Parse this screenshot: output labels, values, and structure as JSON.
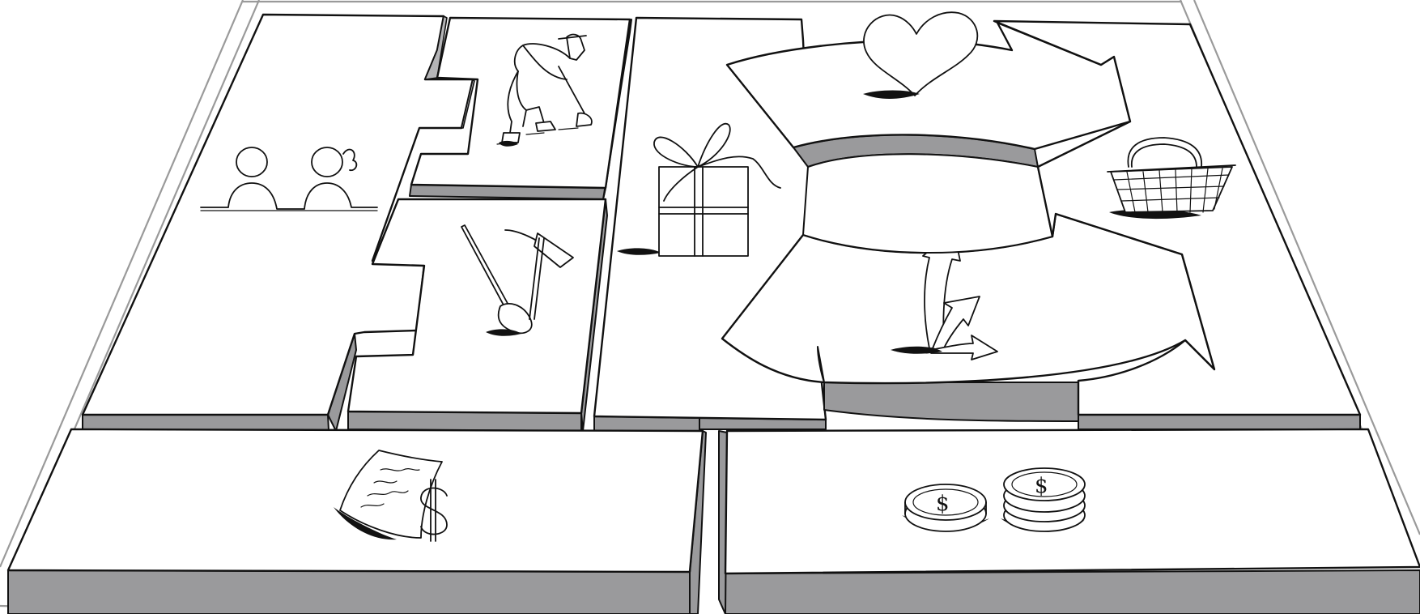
{
  "canvas": {
    "blocks": [
      {
        "id": "key-partners",
        "icon": "partners-icon"
      },
      {
        "id": "key-activities",
        "icon": "worker-shoveling-icon"
      },
      {
        "id": "key-resources",
        "icon": "pickaxe-icon"
      },
      {
        "id": "value-propositions",
        "icon": "gift-box-icon"
      },
      {
        "id": "customer-relationships",
        "icon": "heart-icon"
      },
      {
        "id": "channels",
        "icon": "arrows-icon"
      },
      {
        "id": "customer-segments",
        "icon": "shopping-basket-icon"
      },
      {
        "id": "cost-structure",
        "icon": "bill-dollar-icon"
      },
      {
        "id": "revenue-streams",
        "icon": "coins-icon"
      }
    ],
    "symbols": {
      "coin_single": "$",
      "coin_stack": "$"
    },
    "colors": {
      "block_top": "#ffffff",
      "block_side": "#9a9a9c",
      "outline": "#111111",
      "frame": "#9a9a9a"
    }
  }
}
